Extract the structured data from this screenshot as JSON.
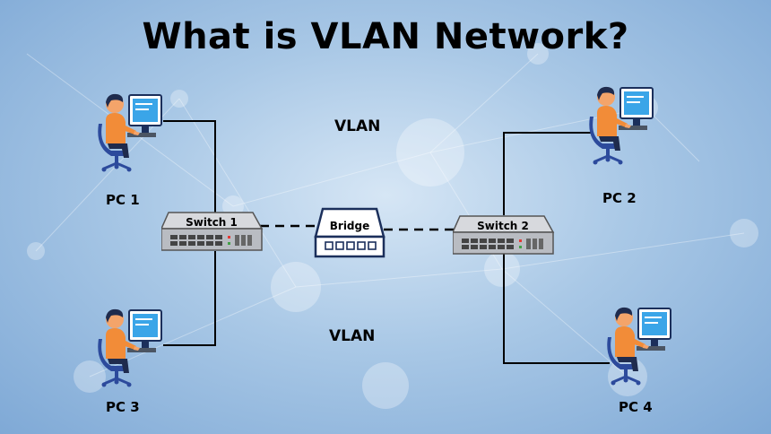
{
  "title": "What is VLAN Network?",
  "vlan_labels": {
    "top": "VLAN",
    "bottom": "VLAN"
  },
  "pcs": {
    "pc1": "PC 1",
    "pc2": "PC 2",
    "pc3": "PC 3",
    "pc4": "PC 4"
  },
  "switches": {
    "switch1": "Switch 1",
    "switch2": "Switch 2"
  },
  "bridge": "Bridge",
  "colors": {
    "person_shirt": "#f28c38",
    "person_skin": "#f4a46a",
    "person_hair": "#1f2b4d",
    "chair": "#2c4a9c",
    "monitor": "#3aa5e8",
    "switch_body": "#c9ccd1",
    "line": "#000000"
  }
}
